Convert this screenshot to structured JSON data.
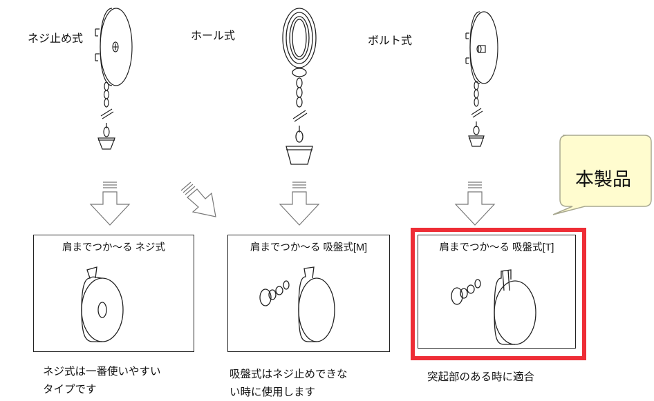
{
  "types": [
    {
      "label": "ネジ止め式"
    },
    {
      "label": "ホール式"
    },
    {
      "label": "ボルト式"
    }
  ],
  "cards": [
    {
      "title": "肩までつか〜る ネジ式"
    },
    {
      "title": "肩までつか〜る 吸盤式[M]"
    },
    {
      "title": "肩までつか〜る 吸盤式[T]"
    }
  ],
  "captions": [
    {
      "line1": "ネジ式は一番使いやすい",
      "line2": "タイプです"
    },
    {
      "line1": "吸盤式はネジ止めできな",
      "line2": "い時に使用します"
    },
    {
      "line1": "突起部のある時に適合",
      "line2": ""
    }
  ],
  "callout": {
    "text": "本製品"
  },
  "colors": {
    "highlight": "#ee2d36",
    "callout_fill": "#fffccf",
    "callout_border": "#a8a890"
  }
}
